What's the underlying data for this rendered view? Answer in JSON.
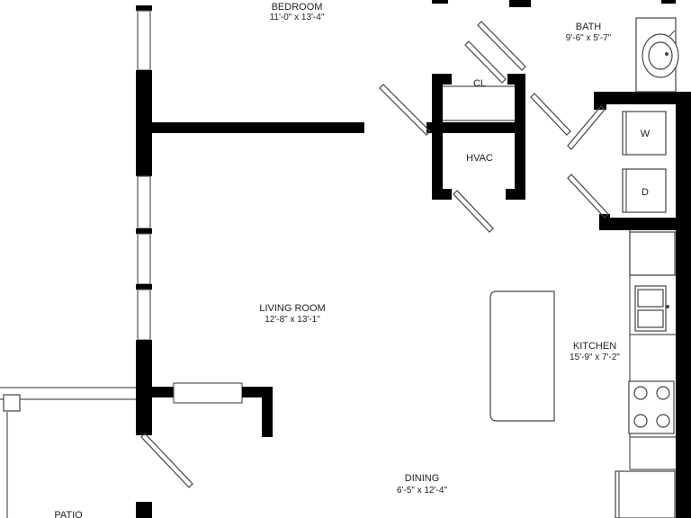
{
  "rooms": {
    "bedroom": {
      "name": "BEDROOM",
      "dims": "11'-0\" x 13'-4\""
    },
    "bath": {
      "name": "BATH",
      "dims": "9'-6\" x 5'-7\""
    },
    "closet": {
      "name": "CL"
    },
    "hvac": {
      "name": "HVAC"
    },
    "living": {
      "name": "LIVING ROOM",
      "dims": "12'-8\" x 13'-1\""
    },
    "kitchen": {
      "name": "KITCHEN",
      "dims": "15'-9\" x 7'-2\""
    },
    "dining": {
      "name": "DINING",
      "dims": "6'-5\" x 12'-4\""
    },
    "patio": {
      "name": "PATIO"
    }
  },
  "appliances": {
    "washer": "W",
    "dryer": "D"
  },
  "colors": {
    "wall": "#000000",
    "line": "#555555",
    "background": "#ffffff"
  }
}
